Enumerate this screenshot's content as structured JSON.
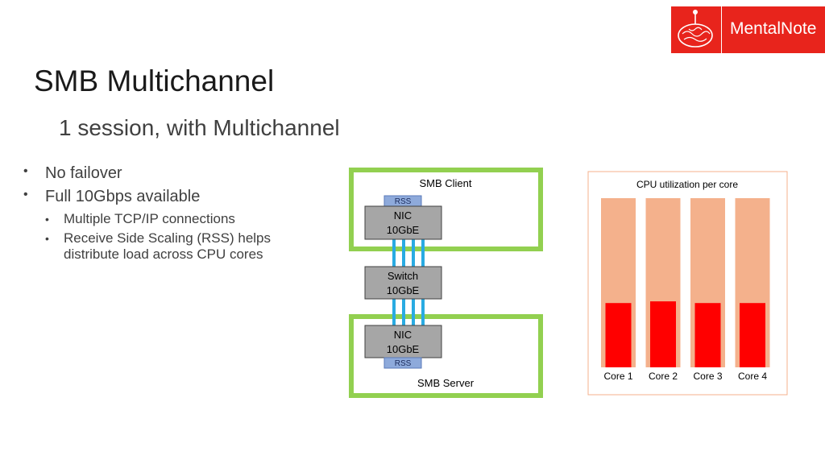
{
  "logo": {
    "text": "MentalNote",
    "brand_color": "#e8241c",
    "emblem": "brain-icon"
  },
  "title": "SMB Multichannel",
  "subtitle": "1 session, with Multichannel",
  "bullets": [
    {
      "text": "No failover",
      "level": 1
    },
    {
      "text": "Full 10Gbps available",
      "level": 1
    },
    {
      "text": "Multiple TCP/IP connections",
      "level": 2
    },
    {
      "text": "Receive Side Scaling (RSS) helps distribute load across CPU cores",
      "level": 2
    }
  ],
  "network": {
    "client_label": "SMB Client",
    "server_label": "SMB Server",
    "client_nic": {
      "line1": "NIC",
      "line2": "10GbE",
      "rss": "RSS"
    },
    "switch": {
      "line1": "Switch",
      "line2": "10GbE"
    },
    "server_nic": {
      "line1": "NIC",
      "line2": "10GbE",
      "rss": "RSS"
    },
    "connection_count": 4,
    "colors": {
      "frame": "#92d050",
      "link": "#29abe2",
      "device": "#a6a6a6",
      "rss": "#8eaadb"
    }
  },
  "chart_data": {
    "type": "bar",
    "title": "CPU utilization per core",
    "categories": [
      "Core 1",
      "Core 2",
      "Core 3",
      "Core 4"
    ],
    "values": [
      0.38,
      0.39,
      0.38,
      0.38
    ],
    "max": 1.0,
    "colors": {
      "used": "#ff0000",
      "capacity": "#f4b18c",
      "border": "#f4b18c"
    }
  }
}
